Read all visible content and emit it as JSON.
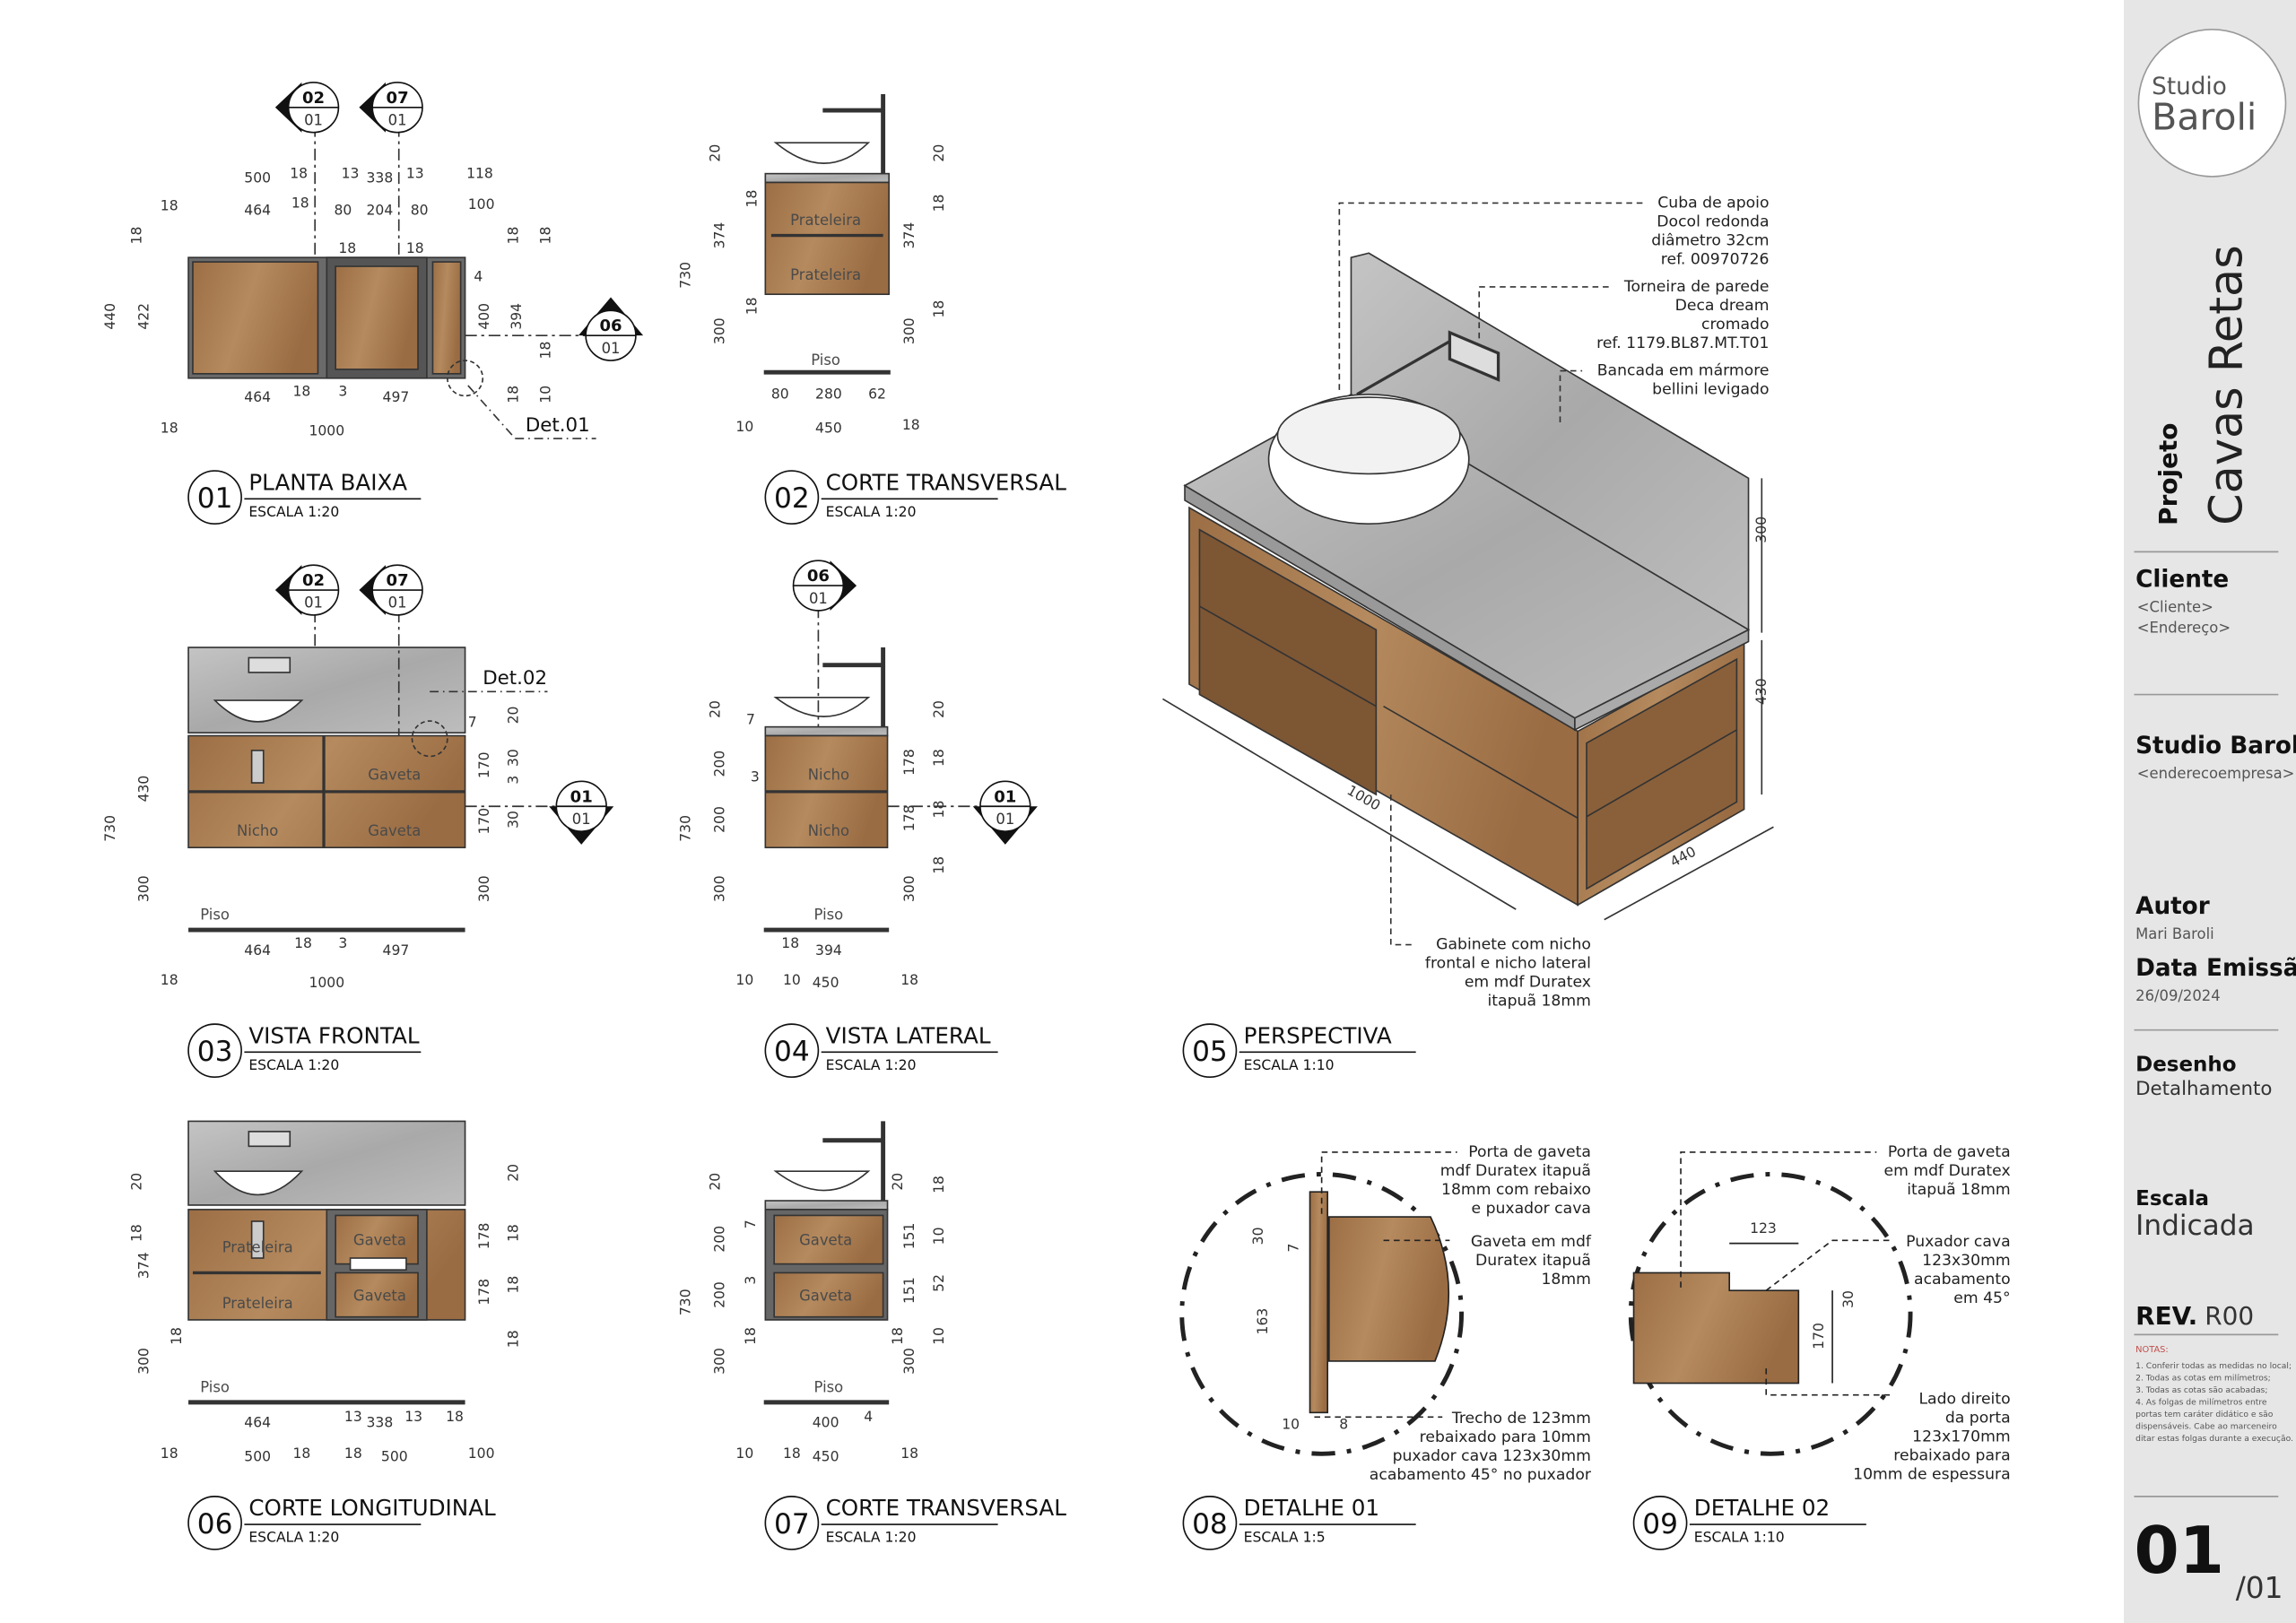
{
  "sheet": {
    "project_label": "Projeto",
    "project_name": "Cavas Retas",
    "logo_line1": "Studio",
    "logo_line2": "Baroli",
    "client_heading": "Cliente",
    "client_name": "<Cliente>",
    "client_address": "<Endereço>",
    "company_heading": "Studio Baroli",
    "company_address": "<enderecoempresa>",
    "author_heading": "Autor",
    "author_name": "Mari Baroli",
    "date_heading": "Data Emissão",
    "date_value": "26/09/2024",
    "drawing_heading": "Desenho",
    "drawing_value": "Detalhamento",
    "scale_heading": "Escala",
    "scale_value": "Indicada",
    "rev_label": "REV.",
    "rev_value": "R00",
    "notes_heading": "NOTAS:",
    "notes": [
      "1. Conferir todas as medidas no local;",
      "2. Todas as cotas em milímetros;",
      "3. Todas as cotas são acabadas;",
      "4. As folgas de milímetros entre",
      "portas tem caráter didático e são",
      "dispensáveis. Cabe ao marceneiro",
      "ditar estas folgas durante a execução."
    ],
    "sheet_number": "01",
    "sheet_total": "/01"
  },
  "colors": {
    "wood": "#a97b50",
    "marble": "#b9b9b9",
    "notes_heading": "#c0504d",
    "title_block_bg": "#e6e6e6"
  },
  "views": {
    "v01": {
      "num": "01",
      "title": "PLANTA BAIXA",
      "scale": "ESCALA 1:20",
      "detail": "Det.01",
      "dims": [
        "500",
        "18",
        "13",
        "338",
        "13",
        "118",
        "18",
        "464",
        "18",
        "80",
        "204",
        "80",
        "100",
        "18",
        "18",
        "18",
        "440",
        "422",
        "4",
        "18",
        "18",
        "400",
        "394",
        "18",
        "18",
        "10",
        "464",
        "18",
        "3",
        "497",
        "18",
        "1000"
      ]
    },
    "v02": {
      "num": "02",
      "title": "CORTE TRANSVERSAL",
      "scale": "ESCALA 1:20",
      "labels": [
        "Prateleira",
        "Prateleira",
        "Piso"
      ],
      "dims": [
        "20",
        "18",
        "374",
        "730",
        "18",
        "300",
        "20",
        "18",
        "374",
        "18",
        "300",
        "80",
        "280",
        "62",
        "10",
        "450",
        "18"
      ]
    },
    "v03": {
      "num": "03",
      "title": "VISTA FRONTAL",
      "scale": "ESCALA 1:20",
      "detail": "Det.02",
      "labels": [
        "Gaveta",
        "Nicho",
        "Gaveta",
        "Piso"
      ],
      "dims": [
        "730",
        "430",
        "300",
        "7",
        "20",
        "170",
        "30",
        "3",
        "30",
        "170",
        "300",
        "464",
        "18",
        "3",
        "497",
        "18",
        "1000"
      ]
    },
    "v04": {
      "num": "04",
      "title": "VISTA LATERAL",
      "scale": "ESCALA 1:20",
      "labels": [
        "Nicho",
        "Nicho",
        "Piso"
      ],
      "dims": [
        "20",
        "7",
        "200",
        "3",
        "730",
        "200",
        "300",
        "20",
        "178",
        "18",
        "18",
        "178",
        "18",
        "300",
        "18",
        "394",
        "10",
        "10",
        "450",
        "18"
      ]
    },
    "v05": {
      "num": "05",
      "title": "PERSPECTIVA",
      "scale": "ESCALA 1:10",
      "dims": [
        "300",
        "430",
        "1000",
        "440"
      ],
      "notes": [
        [
          "Cuba de apoio",
          "Docol redonda",
          "diâmetro 32cm",
          "ref. 00970726"
        ],
        [
          "Torneira de parede",
          "Deca dream",
          "cromado",
          "ref. 1179.BL87.MT.T01"
        ],
        [
          "Bancada em mármore",
          "bellini levigado"
        ],
        [
          "Gabinete com nicho",
          "frontal e nicho lateral",
          "em mdf Duratex",
          "itapuã 18mm"
        ]
      ]
    },
    "v06": {
      "num": "06",
      "title": "CORTE LONGITUDINAL",
      "scale": "ESCALA 1:20",
      "labels": [
        "Prateleira",
        "Prateleira",
        "Gaveta",
        "Gaveta",
        "Piso"
      ],
      "dims": [
        "20",
        "18",
        "374",
        "18",
        "300",
        "20",
        "178",
        "18",
        "18",
        "178",
        "18",
        "464",
        "13",
        "338",
        "13",
        "18",
        "18",
        "500",
        "18",
        "18",
        "500",
        "100"
      ]
    },
    "v07": {
      "num": "07",
      "title": "CORTE TRANSVERSAL",
      "scale": "ESCALA 1:20",
      "labels": [
        "Gaveta",
        "Gaveta",
        "Piso"
      ],
      "dims": [
        "20",
        "7",
        "200",
        "3",
        "730",
        "200",
        "18",
        "300",
        "20",
        "18",
        "151",
        "10",
        "151",
        "52",
        "18",
        "10",
        "300",
        "400",
        "4",
        "10",
        "18",
        "450",
        "18"
      ]
    },
    "v08": {
      "num": "08",
      "title": "DETALHE 01",
      "scale": "ESCALA 1:5",
      "dims": [
        "30",
        "7",
        "163",
        "10",
        "8"
      ],
      "notes": [
        [
          "Porta de gaveta",
          "mdf Duratex itapuã",
          "18mm com rebaixo",
          "e puxador cava"
        ],
        [
          "Gaveta em mdf",
          "Duratex itapuã",
          "18mm"
        ],
        [
          "Trecho de 123mm",
          "rebaixado para 10mm",
          "puxador cava 123x30mm",
          "acabamento 45° no puxador"
        ]
      ]
    },
    "v09": {
      "num": "09",
      "title": "DETALHE 02",
      "scale": "ESCALA 1:10",
      "dims": [
        "123",
        "30",
        "170"
      ],
      "notes": [
        [
          "Porta de gaveta",
          "em mdf Duratex",
          "itapuã 18mm"
        ],
        [
          "Puxador cava",
          "123x30mm",
          "acabamento",
          "em 45°"
        ],
        [
          "Lado direito",
          "da porta",
          "123x170mm",
          "rebaixado para",
          "10mm de espessura"
        ]
      ]
    }
  },
  "markers": [
    {
      "top": "02",
      "bottom": "01"
    },
    {
      "top": "07",
      "bottom": "01"
    },
    {
      "top": "06",
      "bottom": "01"
    },
    {
      "top": "02",
      "bottom": "01"
    },
    {
      "top": "07",
      "bottom": "01"
    },
    {
      "top": "06",
      "bottom": "01"
    },
    {
      "top": "01",
      "bottom": "01"
    },
    {
      "top": "01",
      "bottom": "01"
    }
  ]
}
